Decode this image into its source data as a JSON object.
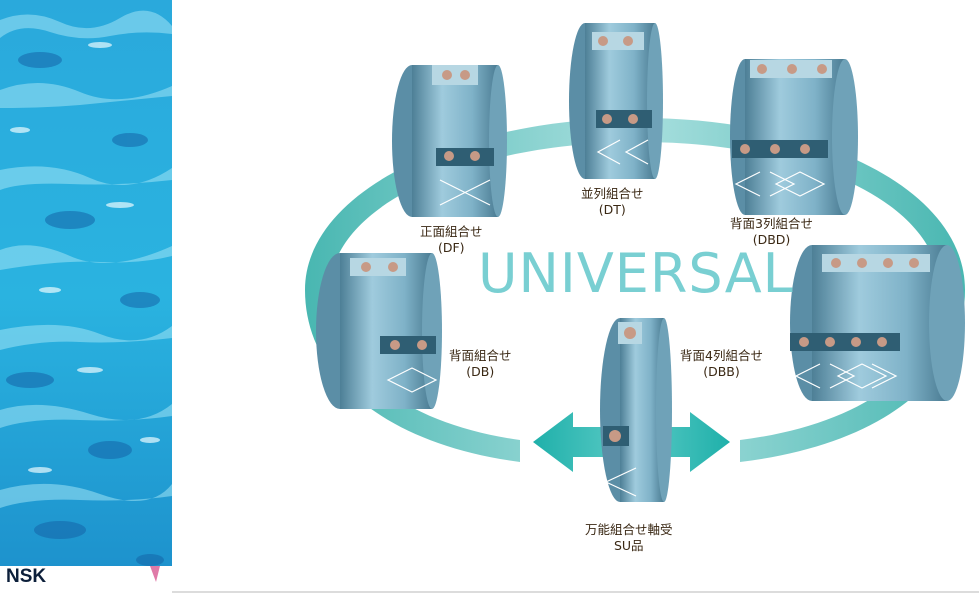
{
  "brand": {
    "logo_text": "NSK"
  },
  "center_text": "UNIVERSAL",
  "arrangements": [
    {
      "id": "DF",
      "name": "正面組合せ",
      "code": "(DF)"
    },
    {
      "id": "DT",
      "name": "並列組合せ",
      "code": "(DT)"
    },
    {
      "id": "DBD",
      "name": "背面3列組合せ",
      "code": "(DBD)"
    },
    {
      "id": "DB",
      "name": "背面組合せ",
      "code": "(DB)"
    },
    {
      "id": "DBB",
      "name": "背面4列組合せ",
      "code": "(DBB)"
    },
    {
      "id": "SU",
      "name": "万能組合せ軸受",
      "code": "SU品"
    }
  ],
  "colors": {
    "ring_fill": "#2fa7a4",
    "bearing_body": "#8fc0d4",
    "bearing_dark": "#4d7f96",
    "text": "#3a2814"
  },
  "icons": [
    "water-texture-icon",
    "bearing-icon",
    "double-arrow-icon"
  ]
}
